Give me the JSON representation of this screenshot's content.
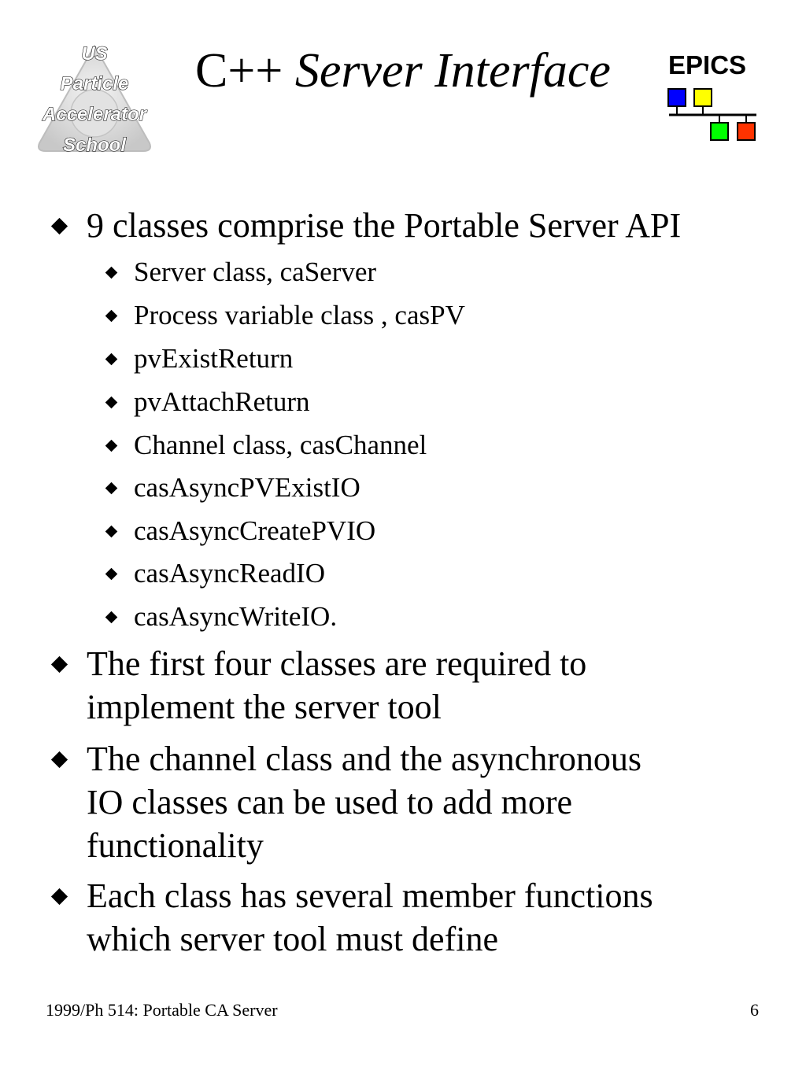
{
  "logo": {
    "lines": [
      "US",
      "Particle",
      "Accelerator",
      "School"
    ]
  },
  "title": {
    "prefix": "C++ ",
    "italic": "Server Interface"
  },
  "epics": {
    "label": "EPICS",
    "colors": {
      "blue": "#0000ff",
      "yellow": "#ffff00",
      "green": "#00ff00",
      "red": "#ff3300"
    }
  },
  "bullets": {
    "b1": {
      "text": "9 classes comprise the Portable Server API",
      "sub": [
        "Server class, caServer",
        "Process variable class , casPV",
        "pvExistReturn",
        "pvAttachReturn",
        "Channel class, casChannel",
        "casAsyncPVExistIO",
        "casAsyncCreatePVIO",
        "casAsyncReadIO",
        "casAsyncWriteIO."
      ]
    },
    "b2": {
      "lines": [
        "The first four classes  are required to",
        "implement the server tool"
      ]
    },
    "b3": {
      "lines": [
        "The channel class and the asynchronous",
        "IO classes can be used to add more",
        "functionality"
      ]
    },
    "b4": {
      "lines": [
        "Each class has several member functions",
        "which server tool must define"
      ]
    }
  },
  "footer": {
    "left": "1999/Ph 514: Portable CA Server",
    "page": "6"
  }
}
